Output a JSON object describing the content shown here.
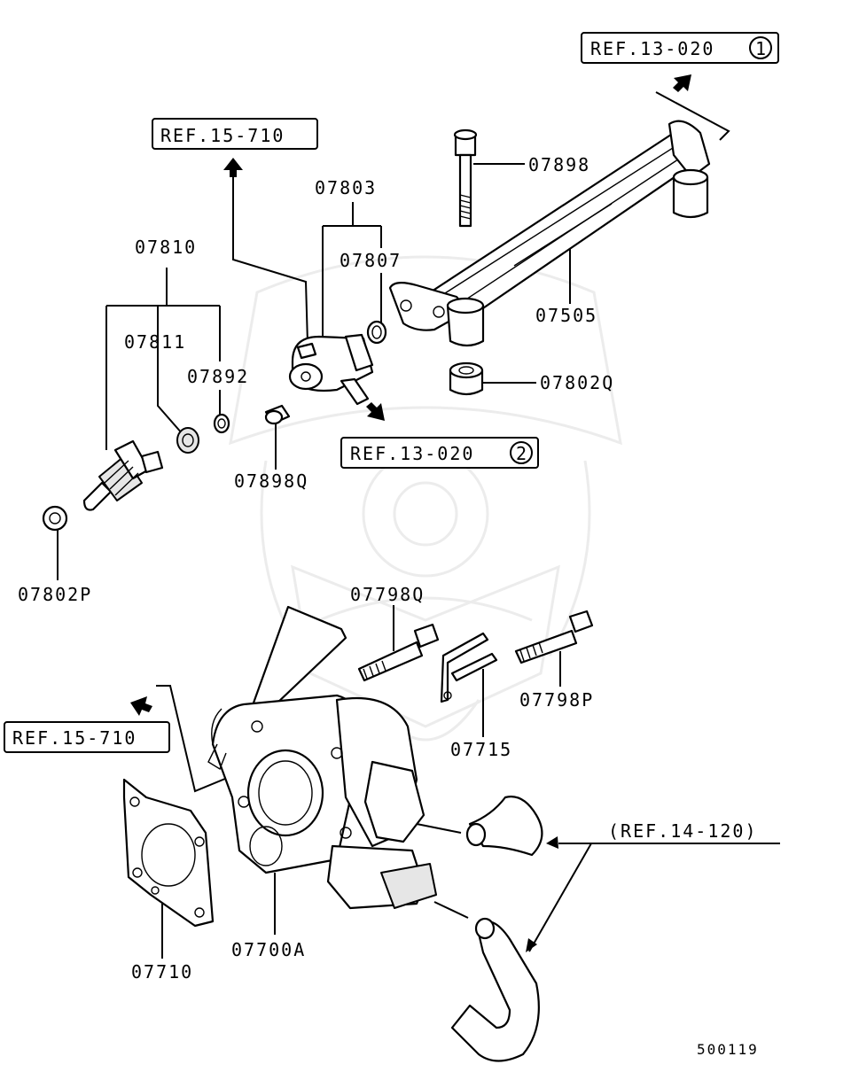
{
  "diagram_id": "500119",
  "part_labels": {
    "p07810": "07810",
    "p07811": "07811",
    "p07892": "07892",
    "p07802P": "07802P",
    "p07898Q": "07898Q",
    "p07803": "07803",
    "p07807": "07807",
    "p07898": "07898",
    "p07505": "07505",
    "p07802Q": "07802Q",
    "p07798Q": "07798Q",
    "p07715": "07715",
    "p07798P": "07798P",
    "p07700A": "07700A",
    "p07710": "07710"
  },
  "refs": {
    "ref_13_020_1_text": "REF.13-020",
    "ref_13_020_1_num": "1",
    "ref_15_710_top": "REF.15-710",
    "ref_13_020_2_text": "REF.13-020",
    "ref_13_020_2_num": "2",
    "ref_15_710_left": "REF.15-710",
    "ref_14_120": "(REF.14-120)"
  }
}
